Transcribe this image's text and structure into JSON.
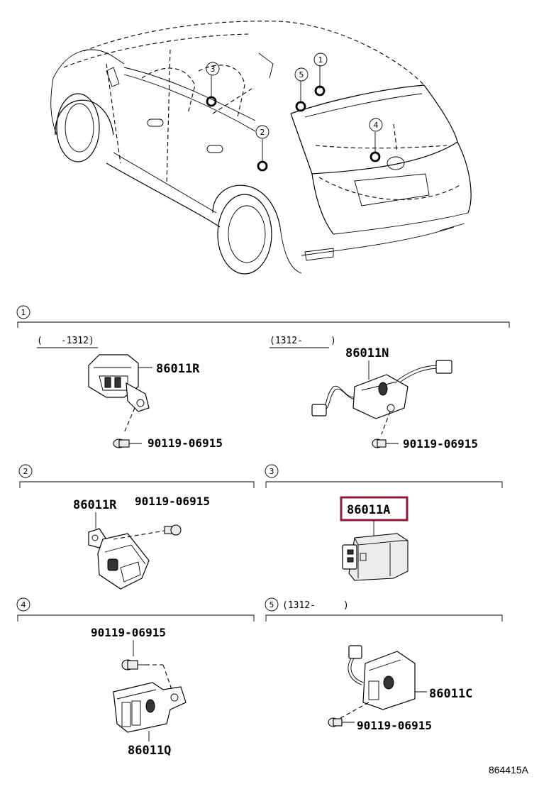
{
  "figure_id": "864415A",
  "highlight_color": "#8b1a3a",
  "locations": [
    "1",
    "2",
    "3",
    "4",
    "5"
  ],
  "sections": [
    {
      "number": "1",
      "variants": [
        {
          "range": "(　　-1312)",
          "parts": [
            "86011R",
            "90119-06915"
          ]
        },
        {
          "range": "(1312-　　　)",
          "parts": [
            "86011N",
            "90119-06915"
          ]
        }
      ]
    },
    {
      "number": "2",
      "parts": [
        "86011R",
        "90119-06915"
      ]
    },
    {
      "number": "3",
      "parts": [
        "86011A"
      ],
      "highlighted_part": "86011A"
    },
    {
      "number": "4",
      "parts": [
        "90119-06915",
        "86011Q"
      ]
    },
    {
      "number": "5",
      "range": "(1312-　　　)",
      "parts": [
        "86011C",
        "90119-06915"
      ]
    }
  ]
}
